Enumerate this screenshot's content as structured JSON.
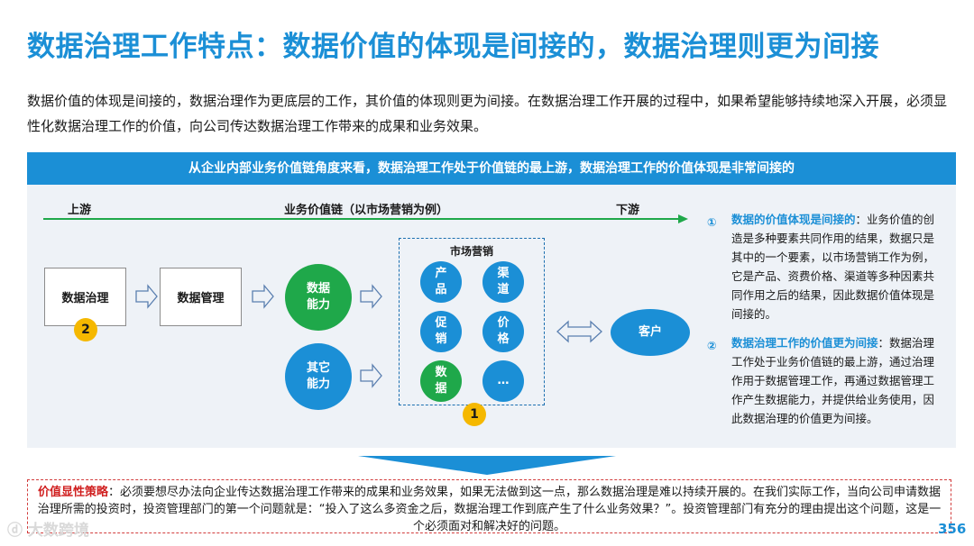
{
  "title": "数据治理工作特点：数据价值的体现是间接的，数据治理则更为间接",
  "intro": "数据价值的体现是间接的，数据治理作为更底层的工作，其价值的体现则更为间接。在数据治理工作开展的过程中，如果希望能够持续地深入开展，必须显性化数据治理工作的价值，向公司传达数据治理工作带来的成果和业务效果。",
  "banner": "从企业内部业务价值链角度来看，数据治理工作处于价值链的最上游，数据治理工作的价值体现是非常间接的",
  "chain": {
    "upstream": "上游",
    "middle": "业务价值链（以市场营销为例）",
    "downstream": "下游"
  },
  "boxes": {
    "governance": "数据治理",
    "management": "数据管理"
  },
  "circles": {
    "data_capability": "数据\n能力",
    "other_capability": "其它\n能力",
    "customer": "客户"
  },
  "market": {
    "title": "市场营销",
    "items": [
      "产\n品",
      "渠\n道",
      "促\n销",
      "价\n格",
      "数\n据",
      "…"
    ]
  },
  "badges": {
    "one": "1",
    "two": "2"
  },
  "notes": [
    {
      "num": "①",
      "head": "数据的价值体现是间接的",
      "body": "：业务价值的创造是多种要素共同作用的结果，数据只是其中的一个要素，以市场营销工作为例，它是产品、资费价格、渠道等多种因素共同作用之后的结果，因此数据价值体现是间接的。"
    },
    {
      "num": "②",
      "head": "数据治理工作的价值更为间接",
      "body": "：数据治理工作处于业务价值链的最上游，通过治理作用于数据管理工作，再通过数据管理工作产生数据能力，并提供给业务使用，因此数据治理的价值更为间接。"
    }
  ],
  "strategy": {
    "label": "价值显性策略",
    "text": "：必须要想尽办法向企业传达数据治理工作带来的成果和业务效果，如果无法做到这一点，那么数据治理是难以持续开展的。在我们实际工作，当向公司申请数据治理所需的投资时，投资管理部门的第一个问题就是：“投入了这么多资金之后，数据治理工作到底产生了什么业务效果？”。投资管理部门有充分的理由提出这个问题，这是一个必须面对和解决好的问题。"
  },
  "watermark": "大数跨境",
  "page_number": "356",
  "colors": {
    "accent_blue": "#1b8fd6",
    "green": "#1fa84a",
    "badge_yellow": "#f5b800",
    "strategy_red": "#d01f1f"
  }
}
